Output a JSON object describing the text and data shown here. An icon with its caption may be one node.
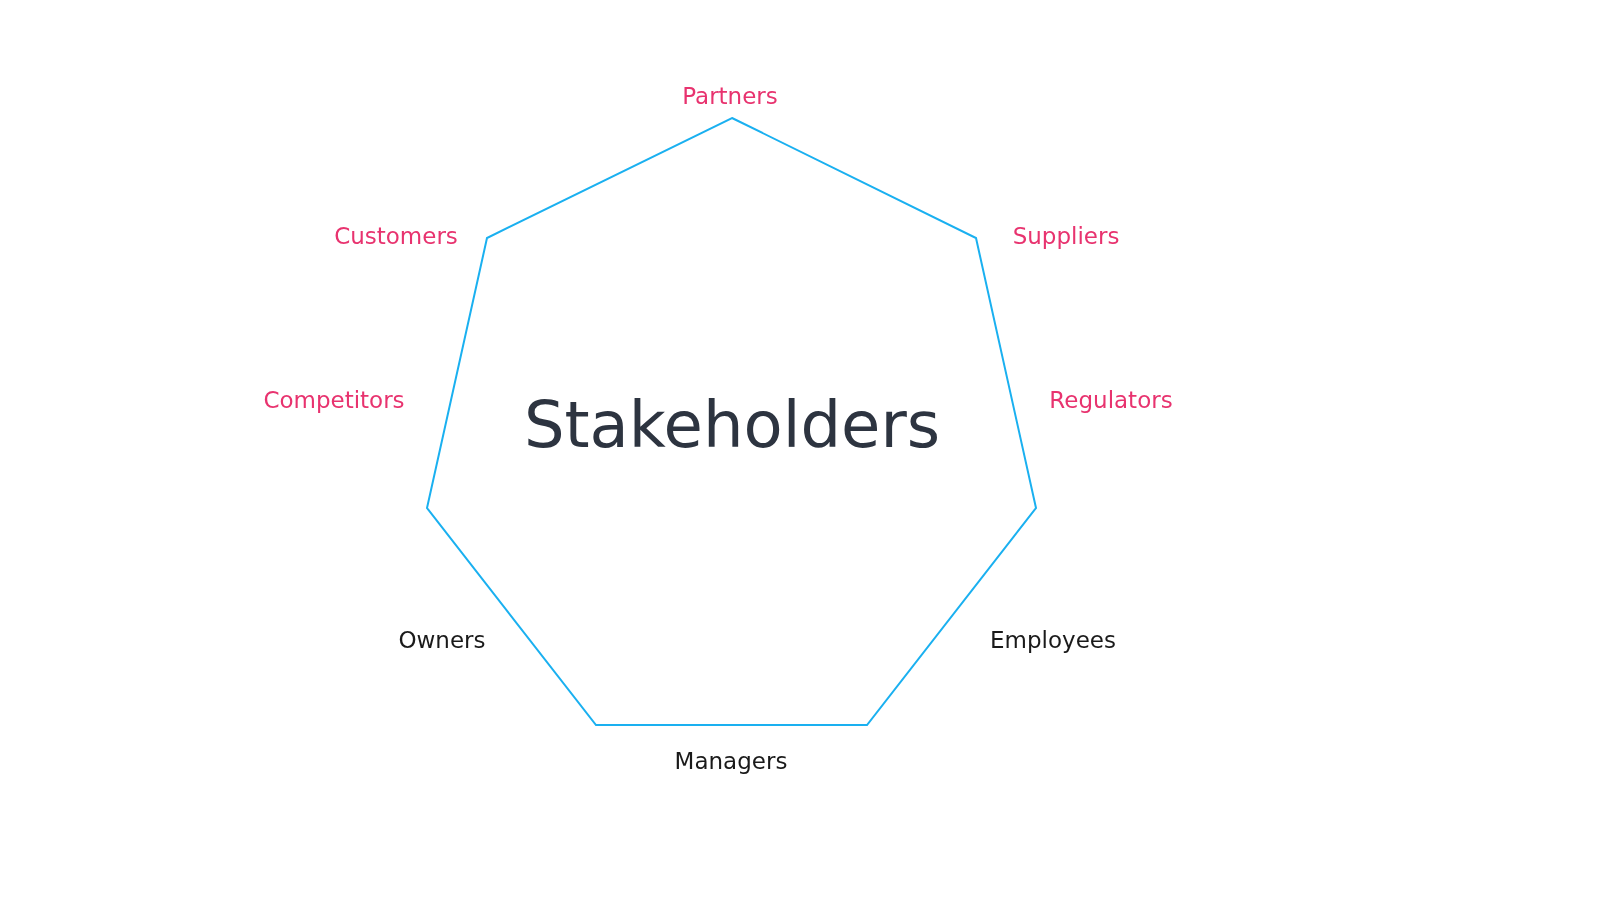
{
  "diagram": {
    "nodes": [
      {
        "text": [
          "Stakeholders"
        ]
      }
    ],
    "edges": [],
    "labels": [
      "Partners",
      "Customers",
      "Suppliers",
      "Competitors",
      "Regulators",
      "Owners",
      "Employees",
      "Managers"
    ]
  }
}
